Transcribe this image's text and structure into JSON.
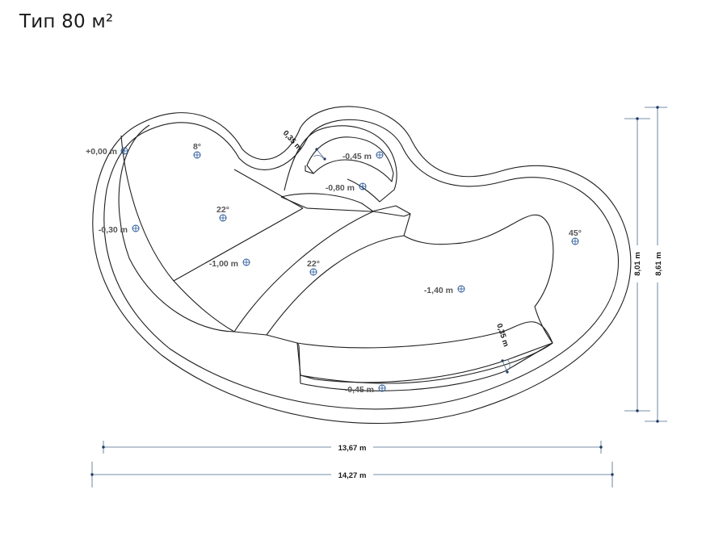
{
  "title": "Тип 80 м²",
  "levels": {
    "l1": "+0,00 m",
    "l2": "8°",
    "l3": "-0,45 m",
    "l4": "-0,80 m",
    "l5": "22°",
    "l6": "-0,30 m",
    "l7": "-1,00 m",
    "l8": "22°",
    "l9": "45°",
    "l10": "-1,40 m",
    "l11": "-0,45 m"
  },
  "widths": {
    "top_step": "0,35 m",
    "bottom_step": "0,35 m"
  },
  "dimensions": {
    "inner_length": "13,67 m",
    "outer_length": "14,27 m",
    "inner_width": "8,01 m",
    "outer_width": "8,61 m"
  }
}
